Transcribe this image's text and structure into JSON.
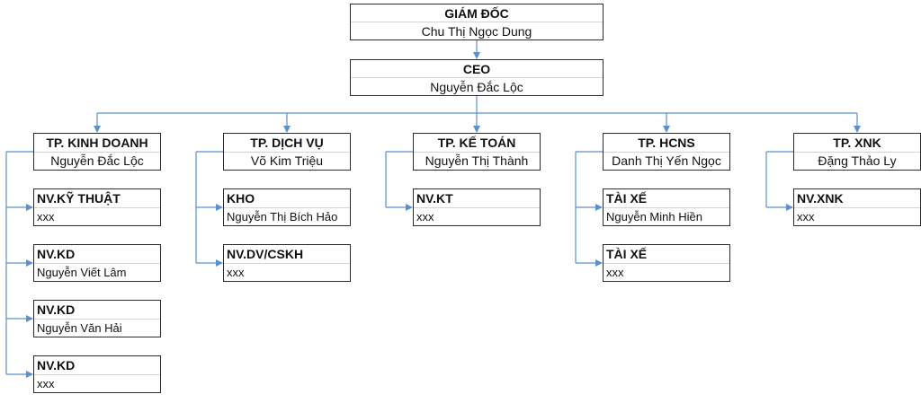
{
  "top": {
    "title": "GIÁM ĐỐC",
    "name": "Chu Thị Ngọc Dung"
  },
  "ceo": {
    "title": "CEO",
    "name": "Nguyễn Đắc Lộc"
  },
  "departments": [
    {
      "title": "TP. KINH DOANH",
      "name": "Nguyễn Đắc Lộc",
      "staff": [
        {
          "title": "NV.KỸ THUẬT",
          "name": "xxx"
        },
        {
          "title": "NV.KD",
          "name": "Nguyễn Viết Lâm"
        },
        {
          "title": "NV.KD",
          "name": "Nguyễn Văn Hải"
        },
        {
          "title": "NV.KD",
          "name": "xxx"
        }
      ]
    },
    {
      "title": "TP. DỊCH VỤ",
      "name": "Võ Kim Triệu",
      "staff": [
        {
          "title": "KHO",
          "name": "Nguyễn Thị Bích Hảo"
        },
        {
          "title": "NV.DV/CSKH",
          "name": "xxx"
        }
      ]
    },
    {
      "title": "TP. KẾ TOÁN",
      "name": "Nguyễn Thị Thành",
      "staff": [
        {
          "title": "NV.KT",
          "name": "xxx"
        }
      ]
    },
    {
      "title": "TP. HCNS",
      "name": "Danh Thị Yến Ngọc",
      "staff": [
        {
          "title": "TÀI XẾ",
          "name": "Nguyễn Minh Hiền"
        },
        {
          "title": "TÀI XẾ",
          "name": "xxx"
        }
      ]
    },
    {
      "title": "TP. XNK",
      "name": "Đặng Thảo Ly",
      "staff": [
        {
          "title": "NV.XNK",
          "name": "xxx"
        }
      ]
    }
  ],
  "colors": {
    "connector": "#5b8fd0",
    "border": "#2b2b2b",
    "divider": "#d4d4d4"
  }
}
